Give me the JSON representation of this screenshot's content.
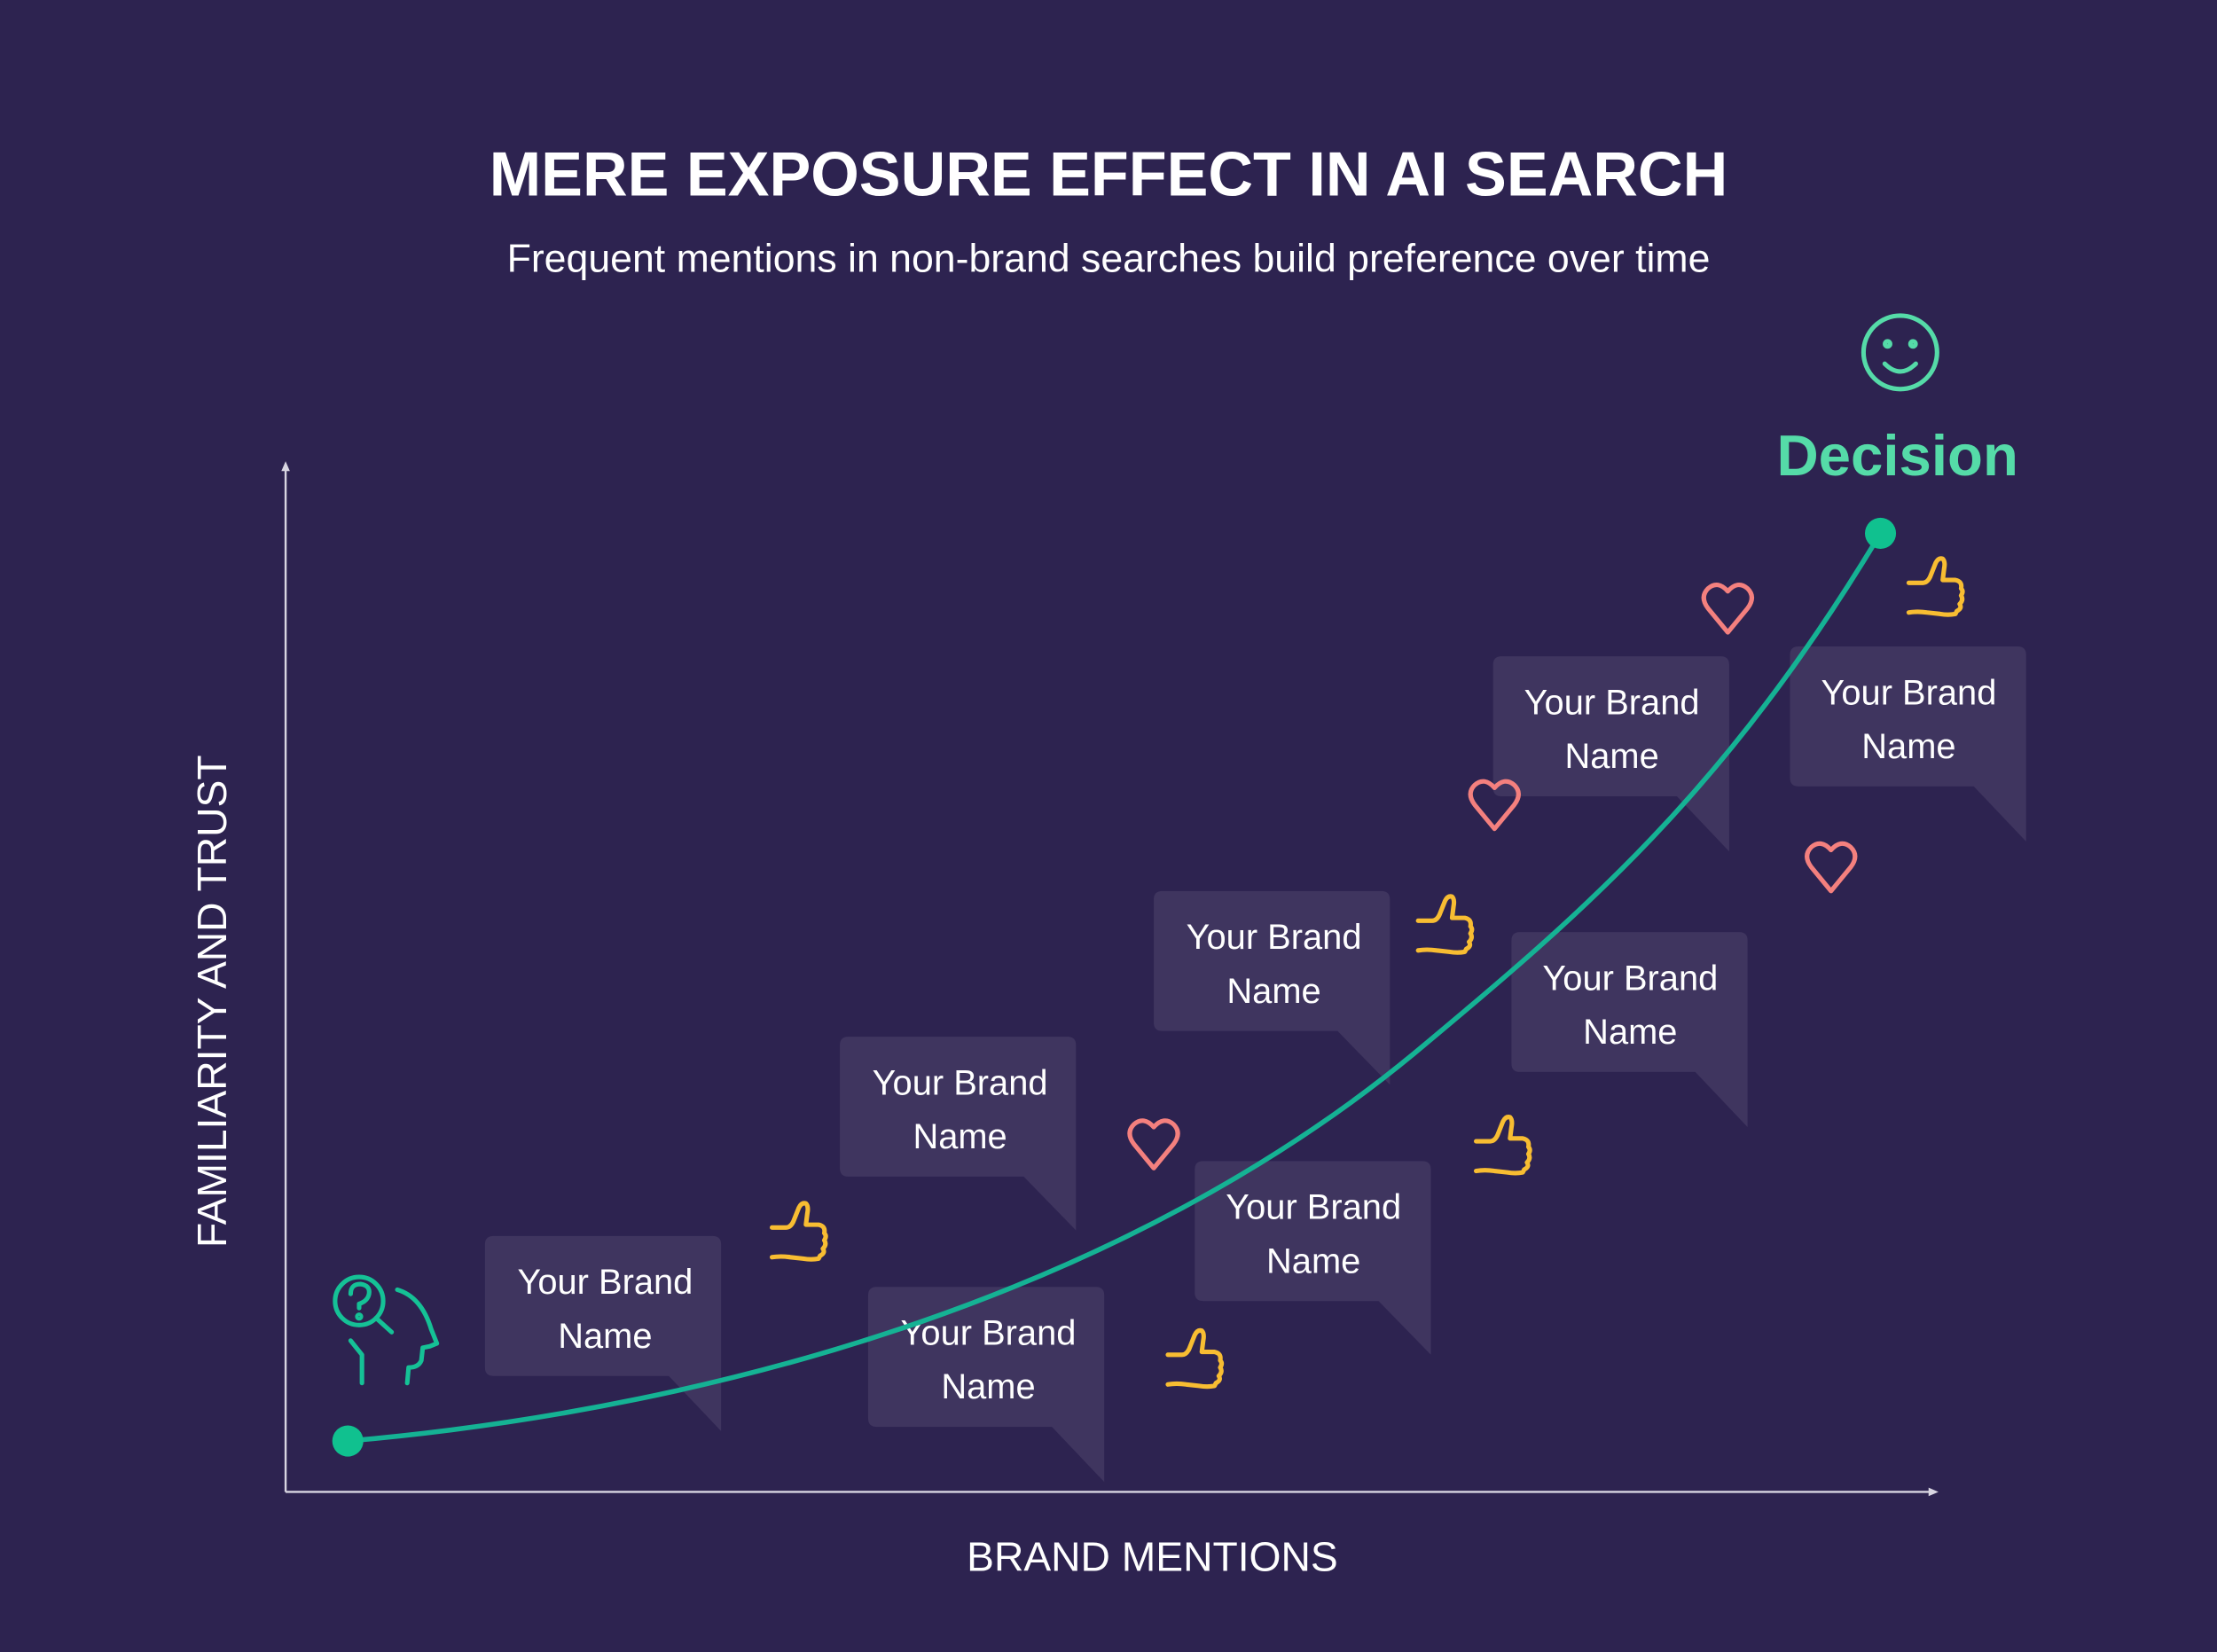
{
  "header": {
    "title": "MERE EXPOSURE EFFECT IN AI SEARCH",
    "subtitle": "Frequent mentions in non-brand searches build preference over time"
  },
  "axes": {
    "y_label": "FAMILIARITY AND TRUST",
    "x_label": "BRAND MENTIONS"
  },
  "endpoint": {
    "label": "Decision",
    "icon": "smiley-face-icon"
  },
  "startpoint": {
    "icon": "head-question-search-icon"
  },
  "bubbles": [
    {
      "line1": "Your Brand",
      "line2": "Name"
    },
    {
      "line1": "Your Brand",
      "line2": "Name"
    },
    {
      "line1": "Your Brand",
      "line2": "Name"
    },
    {
      "line1": "Your Brand",
      "line2": "Name"
    },
    {
      "line1": "Your Brand",
      "line2": "Name"
    },
    {
      "line1": "Your Brand",
      "line2": "Name"
    },
    {
      "line1": "Your Brand",
      "line2": "Name"
    },
    {
      "line1": "Your Brand",
      "line2": "Name"
    }
  ],
  "icons": {
    "thumbs_up": "thumbs-up-icon",
    "heart": "heart-icon"
  },
  "colors": {
    "background": "#2d2350",
    "bubble": "#3f355f",
    "curve": "#15b294",
    "accent_green": "#55dba8",
    "point": "#10c18f",
    "heart": "#f4807e",
    "thumb": "#f8bd32",
    "axis": "#d9d6e2",
    "text": "#ffffff"
  },
  "chart_data": {
    "type": "line",
    "title": "MERE EXPOSURE EFFECT IN AI SEARCH",
    "subtitle": "Frequent mentions in non-brand searches build preference over time",
    "xlabel": "BRAND MENTIONS",
    "ylabel": "FAMILIARITY AND TRUST",
    "grid": false,
    "description": "Exponential-style growth curve from a starting point (uncertain searcher) to a 'Decision' endpoint, annotated with repeated 'Your Brand Name' mention bubbles, hearts and thumbs-up icons.",
    "series": [
      {
        "name": "familiarity",
        "points": [
          [
            0,
            0
          ],
          [
            0.2,
            0.06
          ],
          [
            0.4,
            0.17
          ],
          [
            0.6,
            0.34
          ],
          [
            0.8,
            0.62
          ],
          [
            1,
            1
          ]
        ]
      }
    ],
    "annotations": [
      "Decision",
      "Your Brand Name x8"
    ]
  }
}
